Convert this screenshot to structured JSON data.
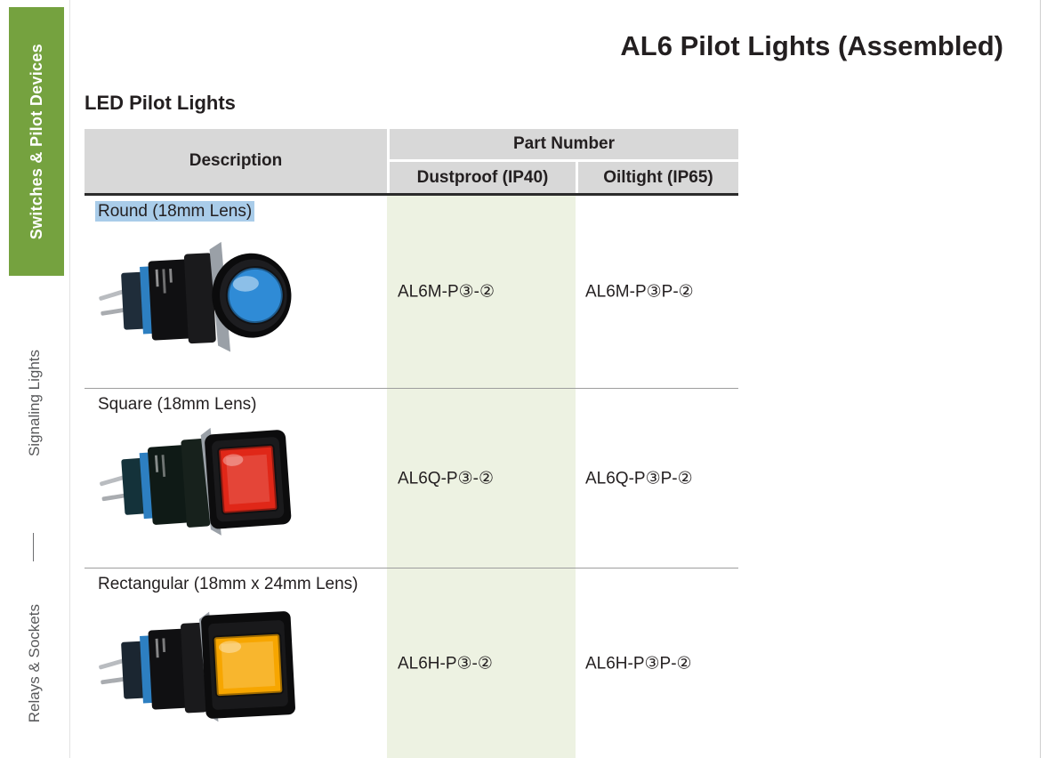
{
  "page": {
    "title": "AL6 Pilot Lights (Assembled)",
    "section_title": "LED Pilot Lights"
  },
  "sidebar": {
    "tab_label": "Switches & Pilot Devices",
    "items": [
      {
        "label": "Signaling Lights"
      },
      {
        "label": "Relays & Sockets"
      }
    ]
  },
  "colors": {
    "sidebar_green": "#75a23f",
    "header_gray": "#d8d8d8",
    "dustproof_band": "#edf2e2",
    "selection_blue": "#a9cce9"
  },
  "table": {
    "headers": {
      "description": "Description",
      "part_number": "Part Number",
      "dustproof": "Dustproof (IP40)",
      "oiltight": "Oiltight (IP65)"
    },
    "rows": [
      {
        "description": "Round (18mm Lens)",
        "highlighted": true,
        "highlight_color": "#a9cce9",
        "lens_shape": "round",
        "lens_color": "#2f8bd6",
        "dustproof_part": "AL6M-P③-②",
        "oiltight_part": "AL6M-P③P-②"
      },
      {
        "description": "Square (18mm Lens)",
        "highlighted": false,
        "lens_shape": "square",
        "lens_color": "#e02718",
        "dustproof_part": "AL6Q-P③-②",
        "oiltight_part": "AL6Q-P③P-②"
      },
      {
        "description": "Rectangular (18mm x 24mm Lens)",
        "highlighted": false,
        "lens_shape": "rectangular",
        "lens_color": "#f7a600",
        "dustproof_part": "AL6H-P③-②",
        "oiltight_part": "AL6H-P③P-②"
      }
    ]
  }
}
